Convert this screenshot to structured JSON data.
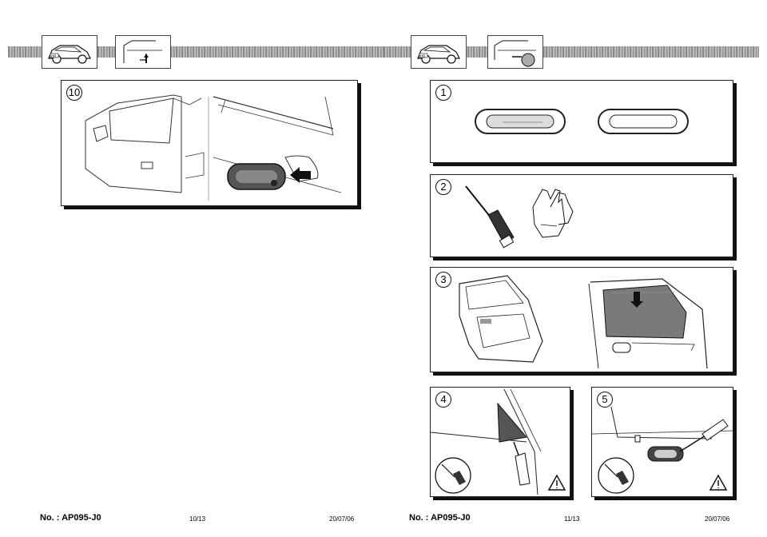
{
  "left_page": {
    "thumbnails": [
      {
        "icon": "car-hatchback-icon",
        "badge": "HB"
      },
      {
        "icon": "car-door-detail-icon"
      }
    ],
    "panels": [
      {
        "number": "10"
      }
    ],
    "footer": {
      "doc_no": "No. : AP095-J0",
      "page": "10/13",
      "date": "20/07/06"
    }
  },
  "right_page": {
    "thumbnails": [
      {
        "icon": "car-hatchback-icon",
        "badge": "HB"
      },
      {
        "icon": "car-door-detail-icon"
      }
    ],
    "panels": [
      {
        "number": "1"
      },
      {
        "number": "2"
      },
      {
        "number": "3"
      },
      {
        "number": "4"
      },
      {
        "number": "5"
      }
    ],
    "footer": {
      "doc_no": "No. : AP095-J0",
      "page": "11/13",
      "date": "20/07/06"
    }
  }
}
